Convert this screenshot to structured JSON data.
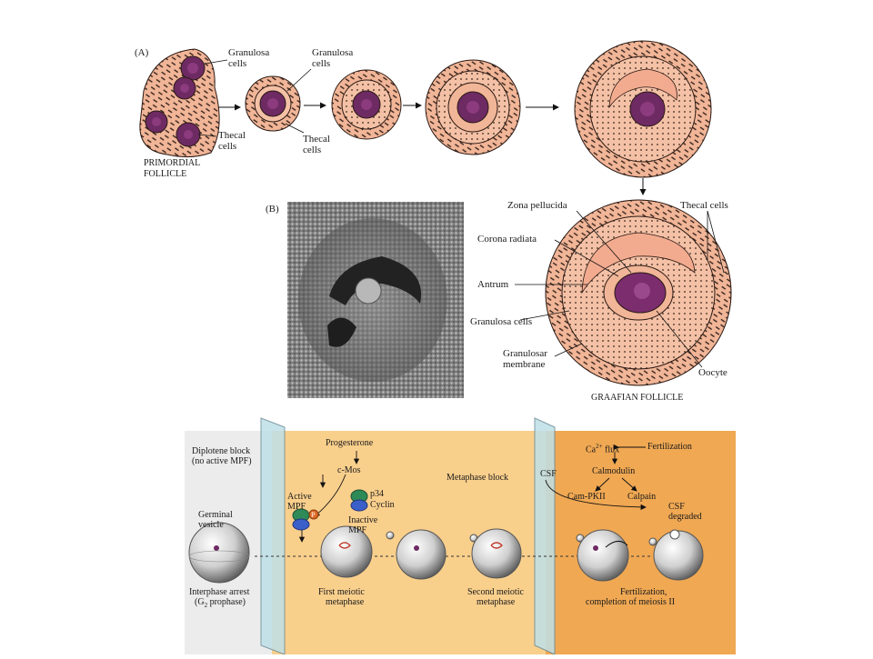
{
  "panel_a": {
    "tag": "(A)",
    "granulosa_cells_1": "Granulosa",
    "granulosa_cells_1b": "cells",
    "granulosa_cells_2": "Granulosa",
    "granulosa_cells_2b": "cells",
    "thecal_cells_1": "Thecal",
    "thecal_cells_1b": "cells",
    "thecal_cells_2": "Thecal",
    "thecal_cells_2b": "cells",
    "primordial_1": "PRIMORDIAL",
    "primordial_2": "FOLLICLE"
  },
  "panel_b": {
    "tag": "(B)",
    "zona_pellucida": "Zona pellucida",
    "thecal_cells": "Thecal cells",
    "corona_radiata": "Corona radiata",
    "antrum": "Antrum",
    "granulosa_cells": "Granulosa cells",
    "granulosar_1": "Granulosar",
    "granulosar_2": "membrane",
    "oocyte": "Oocyte",
    "graafian": "GRAAFIAN FOLLICLE"
  },
  "meiosis": {
    "diplotene_1": "Diplotene block",
    "diplotene_2": "(no active MPF)",
    "progesterone": "Progesterone",
    "c_mos": "c-Mos",
    "p34": "p34",
    "cyclin": "Cyclin",
    "active_1": "Active",
    "active_2": "MPF",
    "inactive_1": "Inactive",
    "inactive_2": "MPF",
    "phosphate": "P",
    "germinal_1": "Germinal",
    "germinal_2": "vesicle",
    "interphase_1": "Interphase arrest",
    "interphase_2a": "(G",
    "interphase_2sub": "2",
    "interphase_2b": " prophase)",
    "first_1": "First meiotic",
    "first_2": "metaphase",
    "second_1": "Second meiotic",
    "second_2": "metaphase",
    "metaphase_block": "Metaphase block",
    "csf": "CSF",
    "ca_a": "Ca",
    "ca_sup": "2+",
    "ca_b": " flux",
    "fertilization": "Fertilization",
    "calmodulin": "Calmodulin",
    "cam_pkii": "Cam-PKII",
    "calpain": "Calpain",
    "csf_deg_1": "CSF",
    "csf_deg_2": "degraded",
    "fert_1": "Fertilization,",
    "fert_2": "completion of meiosis II"
  },
  "colors": {
    "follicle_fill": "#f2b99a",
    "oocyte": "#7b2d6e",
    "panel_bg": "#f9cf8c",
    "panel_bg_right": "#f0a853"
  }
}
